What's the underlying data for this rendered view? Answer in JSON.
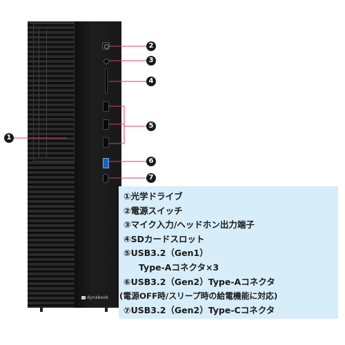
{
  "product": {
    "brand": "dynabook"
  },
  "callouts": [
    "1",
    "2",
    "3",
    "4",
    "5",
    "6",
    "7"
  ],
  "legend": {
    "items": [
      "①光学ドライブ",
      "②電源スイッチ",
      "③マイク入力/ヘッドホン出力端子",
      "④SDカードスロット",
      "⑤USB3.2（Gen1）",
      "Type-Aコネクタ×3",
      "⑥USB3.2（Gen2）Type-Aコネクタ",
      "(電源OFF時/スリープ時の給電機能に対応)",
      "⑦USB3.2（Gen2）Type-Cコネクタ"
    ]
  },
  "colors": {
    "legend_background": "#d7edfa",
    "callout_line": "#e03a6a",
    "tower": "#141414",
    "usb_blue": "#1d5fbf"
  }
}
